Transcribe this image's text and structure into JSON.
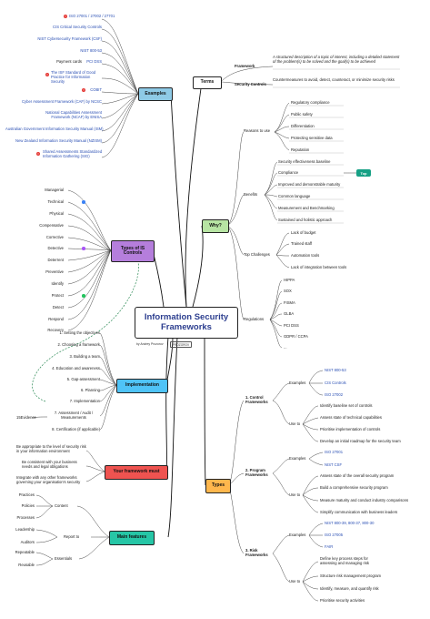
{
  "title": "Information Security Frameworks",
  "author": "by Andrey Prozorov",
  "author_tag": "PROZOROV",
  "branches": {
    "terms": "Terms",
    "why": "Why?",
    "examples": "Examples",
    "types_controls": "Types of IS Controls",
    "implementation": "Implementation",
    "must": "Your framework must",
    "features": "Main features",
    "types": "Types"
  },
  "terms": {
    "framework_label": "Framework",
    "framework_def": "A structured description of a topic of interest, including a detailed statement of the problem(s) to be solved and the goal(s) to be achieved",
    "controls_label": "Security Controls",
    "controls_def": "Countermeasures to avoid, detect, counteract, or minimize security risks"
  },
  "examples": [
    {
      "text": "ISO 27001 / 27002 / 27701",
      "badge": true
    },
    {
      "text": "CIS Critical Security Controls",
      "badge": false
    },
    {
      "text": "NIST Cybersecurity Framework (CSF)",
      "badge": false
    },
    {
      "text": "NIST 800-53",
      "badge": false
    },
    {
      "text": "PCI DSS",
      "badge": false
    },
    {
      "text": "The ISF Standard of Good Practice for Information Security",
      "badge": true
    },
    {
      "text": "COBIT",
      "badge": true
    },
    {
      "text": "Cyber Assessment Framework (CAF) by NCSC",
      "badge": false
    },
    {
      "text": "National Capabilities Assessment Framework (NCAF) by ENISA",
      "badge": false
    },
    {
      "text": "Australian Government Information Security Manual (ISM)",
      "badge": false
    },
    {
      "text": "New Zealand Information Security Manual (NZISM)",
      "badge": false
    },
    {
      "text": "Shared Assessments Standardized Information Gathering (SIG)",
      "badge": true
    }
  ],
  "examples_side": "Payment cards",
  "why": {
    "reasons_label": "Reasons to use",
    "reasons": [
      "Regulatory compliance",
      "Public safety",
      "Differentiation",
      "Protecting sensitive data",
      "Reputation"
    ],
    "benefits_label": "Benefits",
    "benefits": [
      "Security effectiveness baseline",
      "Compliance",
      "Improved and demonstrable maturity",
      "Common language",
      "Measurement and Benchmarking",
      "Sustained and holistic approach"
    ],
    "top_label": "Top",
    "challenges_label": "Top Challenges",
    "challenges": [
      "Lack of budget",
      "Trained staff",
      "Automation tools",
      "Lack of integration between tools"
    ],
    "regulations_label": "Regulations",
    "regulations": [
      "HIPPA",
      "SOX",
      "FISMA",
      "GLBA",
      "PCI DSS",
      "GDPR / CCPA",
      "..."
    ]
  },
  "controls": {
    "group1": [
      "Managerial",
      "Technical",
      "Physical"
    ],
    "group2": [
      "Compensative",
      "Corrective",
      "Detective",
      "Deterrent",
      "Preventive"
    ],
    "group3": [
      "Identify",
      "Protect",
      "Detect",
      "Respond",
      "Recovery"
    ]
  },
  "implementation": {
    "steps": [
      "1. Setting the objectives",
      "2. Choosing a framework",
      "3. Building a team",
      "4. Education and awareness",
      "5. Gap-assessment",
      "6. Planning",
      "7. Implementation",
      "7. Assessment / Audit / Measurements",
      "8. Certification (if applicable)"
    ],
    "evidence": "15Evidence"
  },
  "must": [
    "Be appropriate to the level of security risk in your information environment",
    "Be consistent with your business needs and legal obligations",
    "Integrate with any other frameworks governing your organisation's security"
  ],
  "features": {
    "content_label": "Content",
    "content": [
      "Practices",
      "Policies",
      "Processes"
    ],
    "report_label": "Report to",
    "report": [
      "Leadership",
      "Auditors"
    ],
    "essentials_label": "Essentials",
    "essentials": [
      "Repeatable",
      "Reusable"
    ]
  },
  "types": {
    "examples_label": "Examples",
    "use_label": "Use to",
    "control": {
      "label": "1. Control Frameworks",
      "examples": [
        "NIST 800-53",
        "CIS Controls",
        "ISO 27002"
      ],
      "uses": [
        "Identify baseline set of controls",
        "Assess state of technical capabilities",
        "Prioritise implementation of controls",
        "Develop an initial roadmap for the security team"
      ]
    },
    "program": {
      "label": "2. Program Frameworks",
      "examples": [
        "ISO 27001",
        "NIST CSF"
      ],
      "uses": [
        "Assess state of the overall security program",
        "Build a comprehensive security program",
        "Measure maturity and conduct industry comparisons",
        "Simplify communication with business leaders"
      ]
    },
    "risk": {
      "label": "3. Risk Frameworks",
      "examples": [
        "NIST 800-39, 800-37, 800-30",
        "ISO 27005",
        "FAIR"
      ],
      "uses": [
        "Define key process steps for assessing and managing risk",
        "Structure risk management program",
        "Identify, measure, and quantify risk",
        "Prioritise security activities"
      ]
    }
  },
  "colors": {
    "examples": "#8ecae6",
    "terms": "#ffffff",
    "why": "#b7e4a3",
    "controls": "#b57edc",
    "implementation": "#4fc3f7",
    "must": "#ef5350",
    "features": "#26c6a6",
    "types": "#ffb74d",
    "link_blue": "#2a4fb4",
    "badge_red": "#e53935",
    "top_green": "#16a085"
  }
}
